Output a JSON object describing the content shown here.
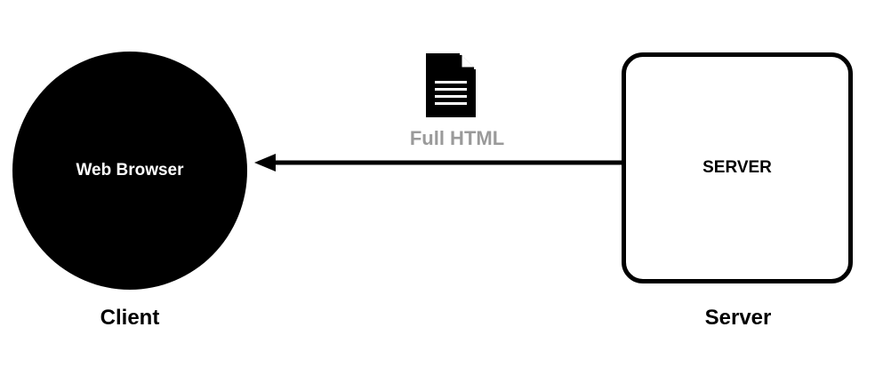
{
  "client": {
    "node_label": "Web Browser",
    "caption": "Client"
  },
  "server": {
    "node_label": "SERVER",
    "caption": "Server"
  },
  "connection": {
    "label": "Full HTML",
    "direction": "server-to-client",
    "icon": "document-icon",
    "label_color": "#9a9a9a"
  },
  "colors": {
    "node_fill": "#000000",
    "background": "#ffffff"
  }
}
